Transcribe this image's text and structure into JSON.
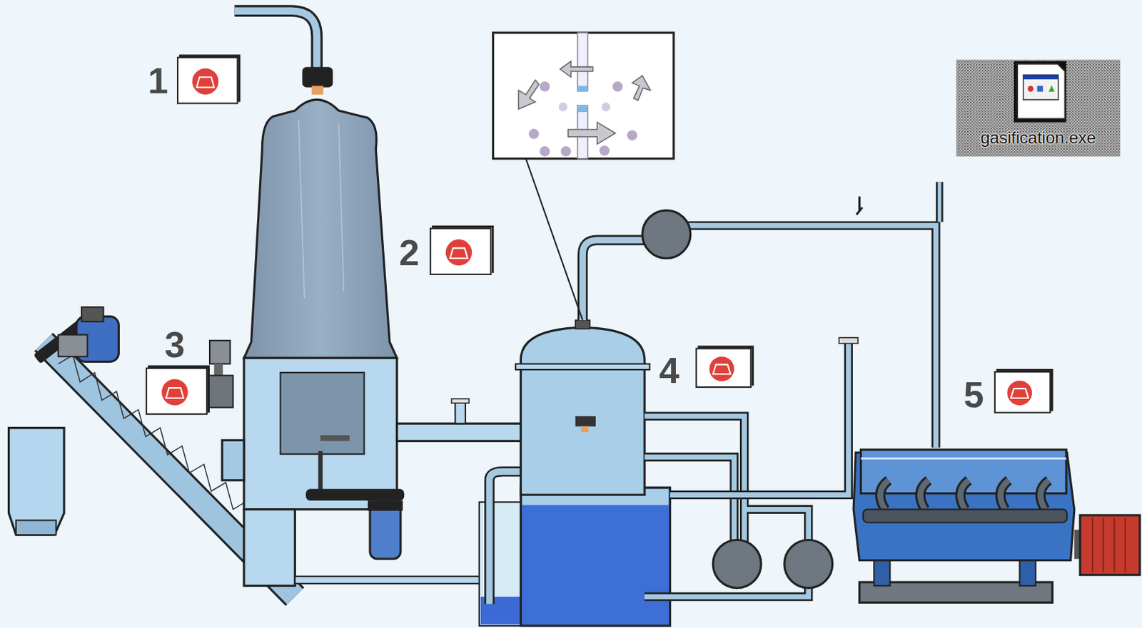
{
  "diagram": {
    "nodes": [
      {
        "text": [
          "1"
        ]
      },
      {
        "text": [
          "2"
        ]
      },
      {
        "text": [
          "3"
        ]
      },
      {
        "text": [
          "4"
        ]
      },
      {
        "text": [
          "5"
        ]
      },
      {
        "text": [
          "gasification.exe"
        ]
      }
    ]
  }
}
